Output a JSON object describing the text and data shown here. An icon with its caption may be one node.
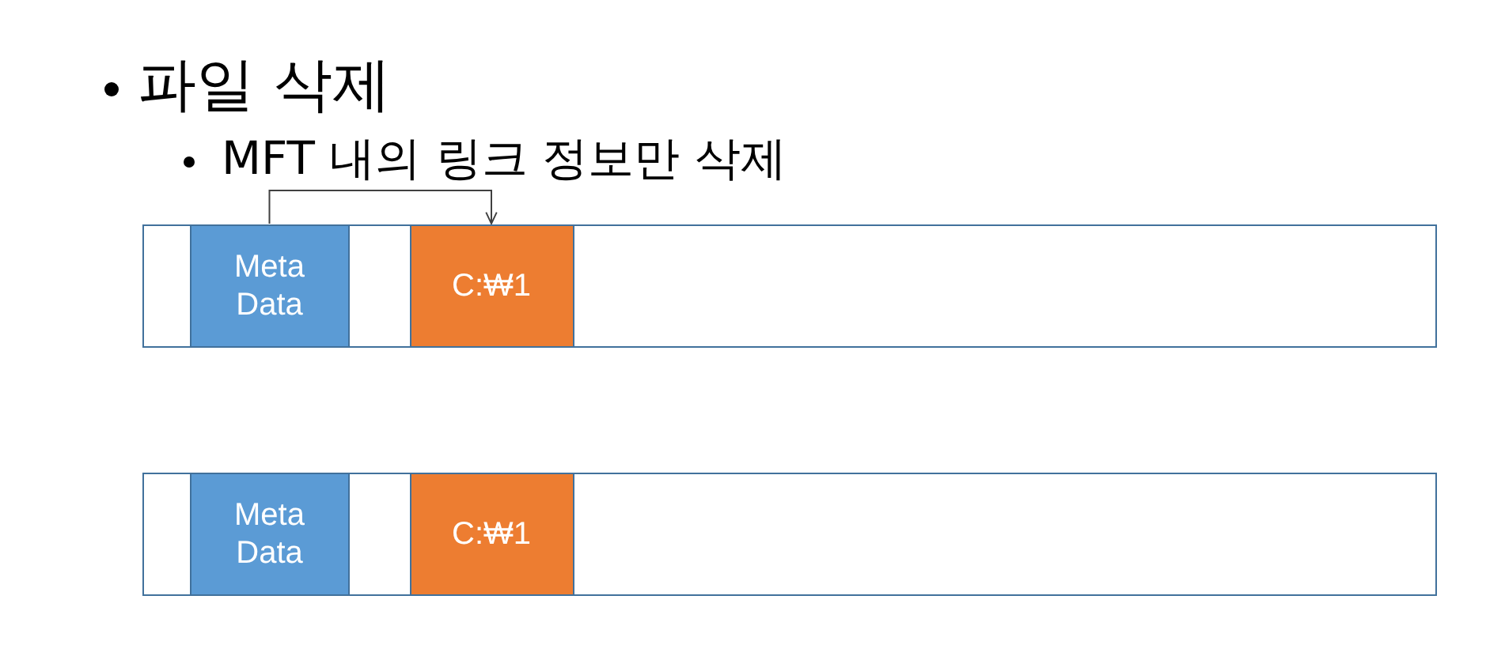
{
  "diagram": {
    "nodes": [
      {
        "text": [],
        "shape": "box"
      },
      {
        "text": [
          "Meta Data"
        ],
        "in": 0
      },
      {
        "text": [
          "C:₩1"
        ],
        "in": 0
      },
      {
        "text": [],
        "shape": "box"
      },
      {
        "text": [
          "Meta Data"
        ],
        "in": 3
      },
      {
        "text": [
          "C:₩1"
        ],
        "in": 3
      }
    ],
    "edges": [
      {
        "from": 1,
        "to": 2,
        "arrow": "to"
      }
    ],
    "labels": [
      "파일 삭제",
      "MFT 내의 링크 정보만 삭제"
    ]
  }
}
